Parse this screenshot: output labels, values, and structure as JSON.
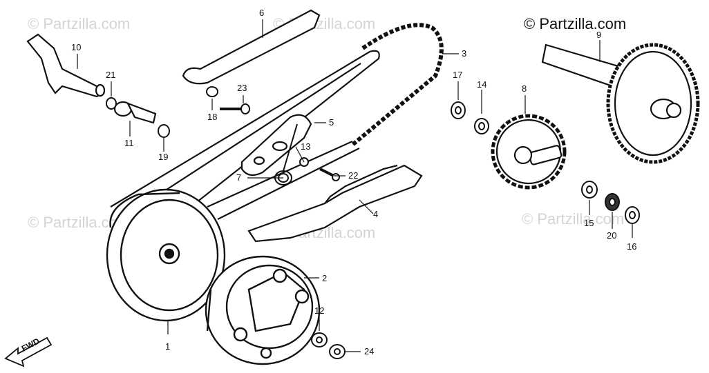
{
  "copyright": "© Partzilla.com",
  "watermark": "© Partzilla.com",
  "direction_label": "FWD",
  "callouts": {
    "p1": "1",
    "p2": "2",
    "p3": "3",
    "p4": "4",
    "p5": "5",
    "p6": "6",
    "p7": "7",
    "p8": "8",
    "p9": "9",
    "p10": "10",
    "p11": "11",
    "p12": "12",
    "p13": "13",
    "p14": "14",
    "p15": "15",
    "p16": "16",
    "p17": "17",
    "p18": "18",
    "p19": "19",
    "p20": "20",
    "p21": "21",
    "p22": "22",
    "p23": "23",
    "p24": "24"
  }
}
